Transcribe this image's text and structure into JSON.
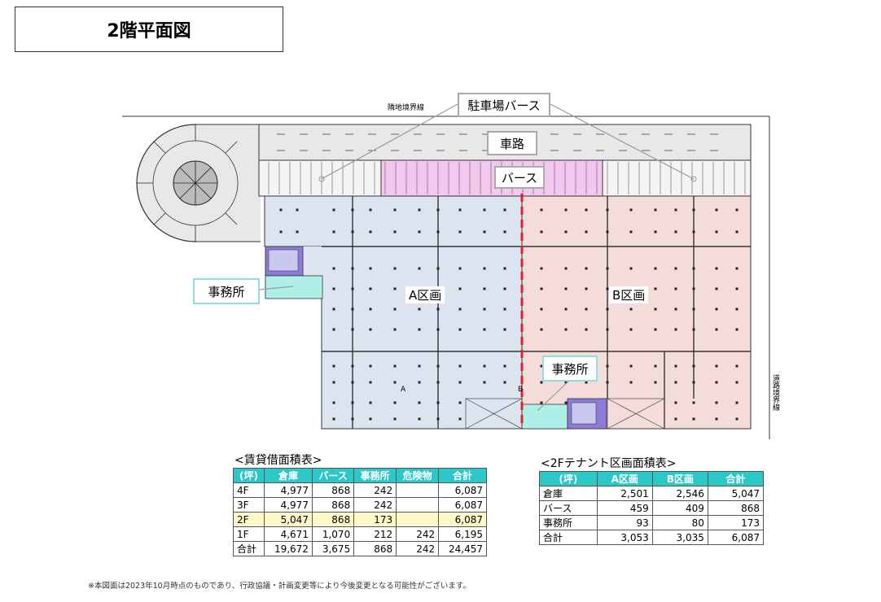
{
  "title": "2階平面図",
  "plan": {
    "callouts": {
      "parking_berth": "駐車場バース",
      "roadway": "車路",
      "berth": "バース",
      "office_left": "事務所",
      "office_right": "事務所"
    },
    "zone_a_label": "A区画",
    "zone_b_label": "B区画",
    "small_a": "A",
    "small_b": "B",
    "boundary_top": "隣地境界線",
    "boundary_right": "道路境界線"
  },
  "lease_table": {
    "caption": "<賃貸借面積表>",
    "headers": [
      "(坪)",
      "倉庫",
      "バース",
      "事務所",
      "危険物",
      "合計"
    ],
    "rows": [
      {
        "floor": "4F",
        "cells": [
          "4,977",
          "868",
          "242",
          "",
          "6,087"
        ],
        "highlight": false
      },
      {
        "floor": "3F",
        "cells": [
          "4,977",
          "868",
          "242",
          "",
          "6,087"
        ],
        "highlight": false
      },
      {
        "floor": "2F",
        "cells": [
          "5,047",
          "868",
          "173",
          "",
          "6,087"
        ],
        "highlight": true
      },
      {
        "floor": "1F",
        "cells": [
          "4,671",
          "1,070",
          "212",
          "242",
          "6,195"
        ],
        "highlight": false
      },
      {
        "floor": "合計",
        "cells": [
          "19,672",
          "3,675",
          "868",
          "242",
          "24,457"
        ],
        "highlight": false
      }
    ]
  },
  "tenant_table": {
    "caption": "<2Fテナント区画面積表>",
    "headers": [
      "(坪)",
      "A区画",
      "B区画",
      "合計"
    ],
    "rows": [
      {
        "label": "倉庫",
        "cells": [
          "2,501",
          "2,546",
          "5,047"
        ]
      },
      {
        "label": "バース",
        "cells": [
          "459",
          "409",
          "868"
        ]
      },
      {
        "label": "事務所",
        "cells": [
          "93",
          "80",
          "173"
        ]
      },
      {
        "label": "合計",
        "cells": [
          "3,053",
          "3,035",
          "6,087"
        ]
      }
    ]
  },
  "footnote": "※本図面は2023年10月時点のものであり、行政協議・計画変更等により今後変更となる可能性がございます。",
  "colors": {
    "zone_a": "#dce4ef",
    "zone_b": "#f3dcd9",
    "berth_pink": "#f3c8ee",
    "roadway": "#e8e8e8",
    "office": "#aef0e8",
    "divider": "#e0202a",
    "table_header": "#2cc7c7",
    "highlight_row": "#fff8c8"
  }
}
